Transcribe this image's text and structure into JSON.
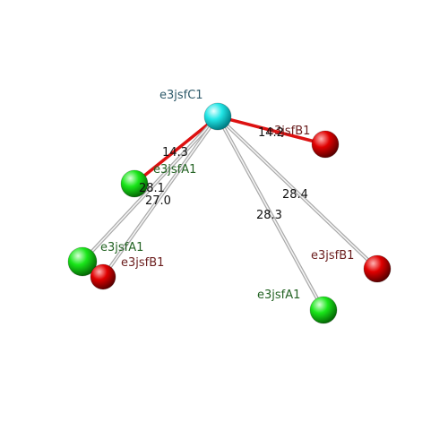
{
  "colors": {
    "center_atom": "#00e5e5",
    "atom_A": "#19e619",
    "atom_B": "#e00000",
    "label_C": "#2e5a6a",
    "label_A": "#236323",
    "label_B": "#6b1e1e",
    "bond_near": "#dd1111",
    "bond_far": "#bdbdbd"
  },
  "center": {
    "label": "e3jsfC1",
    "type": "C"
  },
  "atoms": [
    {
      "id": "b1_right",
      "label": "e3jsfB1",
      "type": "B"
    },
    {
      "id": "a1_upper",
      "label": "e3jsfA1",
      "type": "A"
    },
    {
      "id": "a1_left",
      "label": "e3jsfA1",
      "type": "A"
    },
    {
      "id": "b1_left",
      "label": "e3jsfB1",
      "type": "B"
    },
    {
      "id": "b1_far_right",
      "label": "e3jsfB1",
      "type": "B"
    },
    {
      "id": "a1_bottom",
      "label": "e3jsfA1",
      "type": "A"
    }
  ],
  "bonds": [
    {
      "to": "b1_right",
      "distance": "14.2",
      "style": "near"
    },
    {
      "to": "a1_upper",
      "distance": "14.3",
      "style": "near"
    },
    {
      "to": "a1_left",
      "distance": "28.1",
      "style": "far"
    },
    {
      "to": "b1_left",
      "distance": "27.0",
      "style": "far"
    },
    {
      "to": "b1_far_right",
      "distance": "28.4",
      "style": "far"
    },
    {
      "to": "a1_bottom",
      "distance": "28.3",
      "style": "far"
    }
  ]
}
